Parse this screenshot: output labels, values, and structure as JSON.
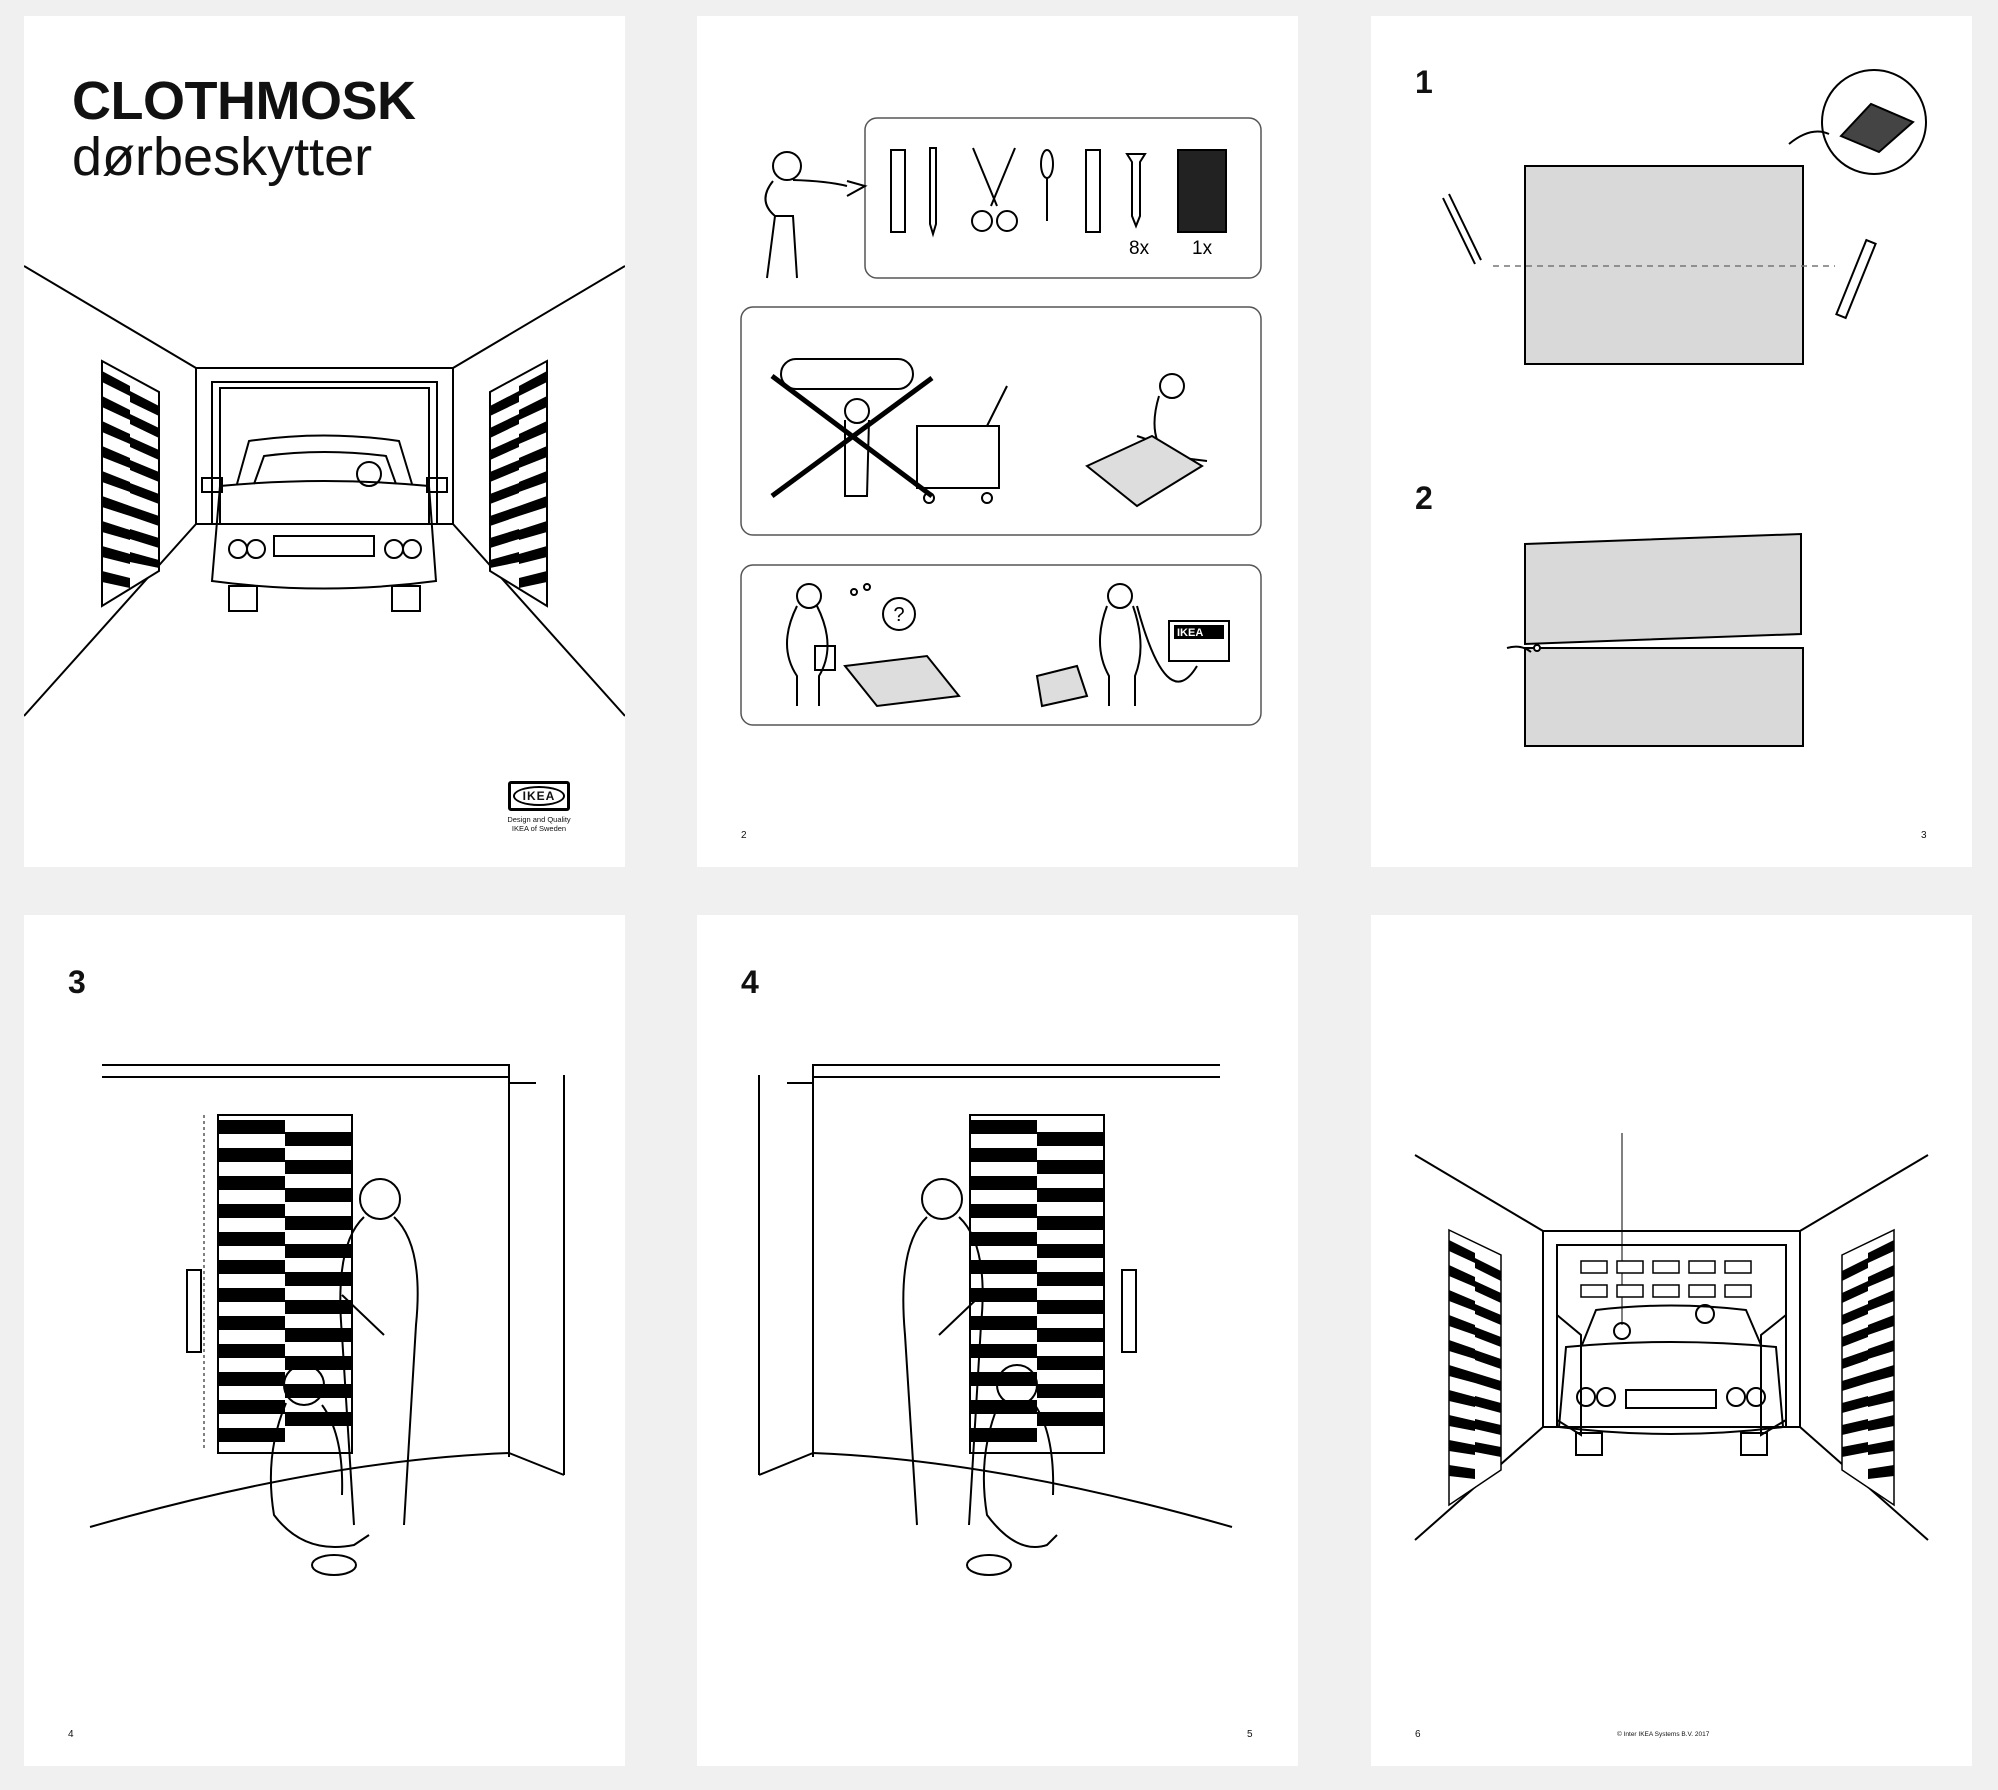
{
  "cover": {
    "title": "CLOTHMOSK",
    "subtitle": "dørbeskytter",
    "logo_text": "IKEA",
    "logo_tagline_1": "Design and Quality",
    "logo_tagline_2": "IKEA of Sweden"
  },
  "tools_page": {
    "page_number": "2",
    "screw_quantity": "8x",
    "rug_quantity": "1x",
    "question_mark": "?",
    "store_sign": "IKEA"
  },
  "steps_page": {
    "step_1": "1",
    "step_2": "2",
    "page_number": "3"
  },
  "install_left": {
    "step": "3",
    "page_number": "4"
  },
  "install_right": {
    "step": "4",
    "page_number": "5"
  },
  "final_page": {
    "page_number": "6",
    "copyright": "© Inter IKEA Systems B.V. 2017"
  }
}
